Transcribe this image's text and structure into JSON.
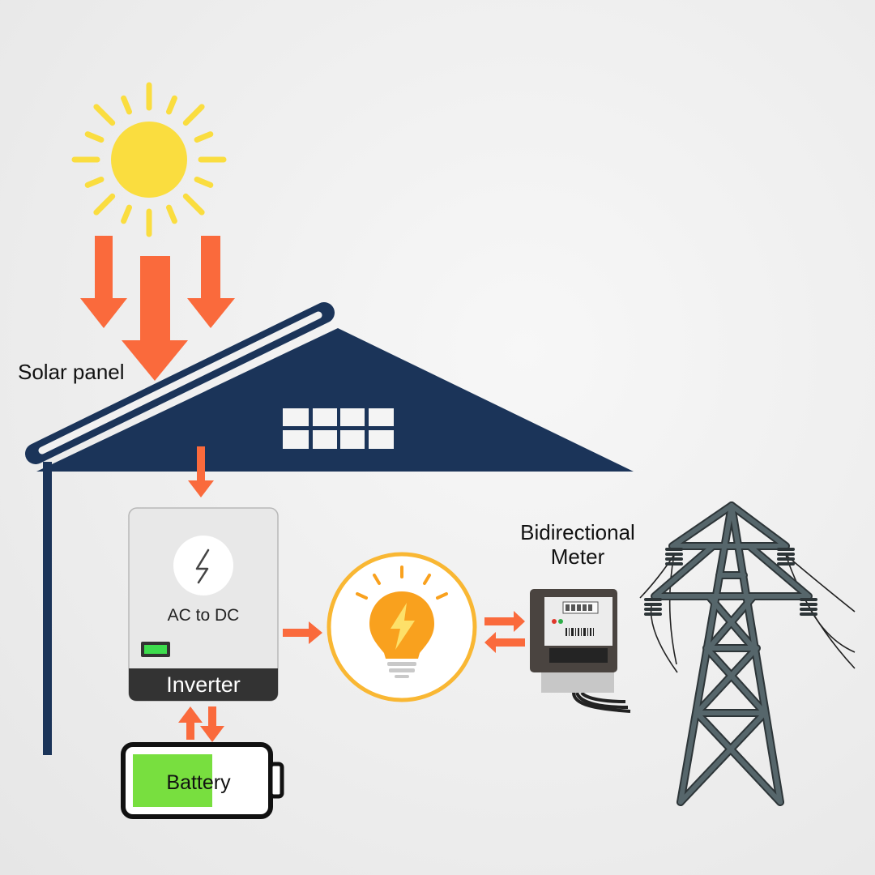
{
  "labels": {
    "solar_panel": "Solar panel",
    "inverter_function": "AC to DC",
    "inverter": "Inverter",
    "battery": "Battery",
    "meter": "Bidirectional Meter"
  },
  "battery": {
    "charge_fraction": 0.62
  },
  "colors": {
    "sun": "#fadd3f",
    "arrow": "#fa6a3c",
    "house": "#1b3459",
    "battery_fill": "#78df3f",
    "bulb_ring": "#f9b733",
    "bulb": "#f9a11e",
    "tower": "#56666b"
  },
  "icons": [
    "sun-icon",
    "lightning-icon",
    "light-bulb-icon",
    "electric-meter-icon",
    "power-tower-icon"
  ]
}
